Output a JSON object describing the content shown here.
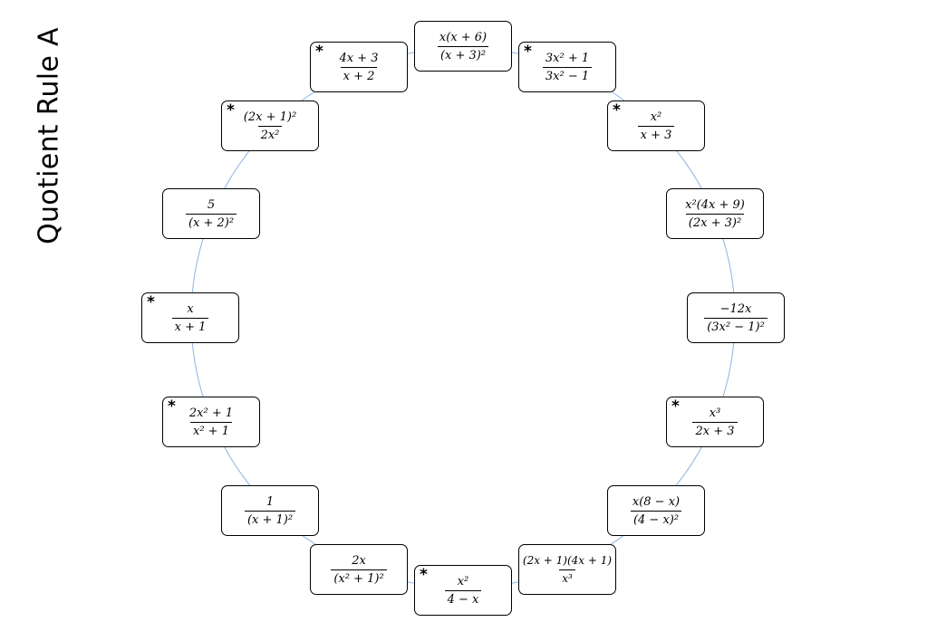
{
  "title": "Quotient Rule A",
  "colors": {
    "ring": "#8db4e2",
    "border": "#000000"
  },
  "cards": [
    {
      "id": "top",
      "star": false,
      "num": "x(x + 6)",
      "den": "(x + 3)²"
    },
    {
      "id": "top-right-1",
      "star": true,
      "num": "3x² + 1",
      "den": "3x² − 1"
    },
    {
      "id": "top-right-2",
      "star": true,
      "num": "x²",
      "den": "x + 3"
    },
    {
      "id": "right-1",
      "star": false,
      "num": "x²(4x + 9)",
      "den": "(2x + 3)²"
    },
    {
      "id": "right-2",
      "star": false,
      "num": "−12x",
      "den": "(3x² − 1)²"
    },
    {
      "id": "right-3",
      "star": true,
      "num": "x³",
      "den": "2x + 3"
    },
    {
      "id": "bottom-right-2",
      "star": false,
      "num": "x(8 − x)",
      "den": "(4 − x)²"
    },
    {
      "id": "bottom-right-1",
      "star": false,
      "num": "(2x + 1)(4x + 1)",
      "den": "x³"
    },
    {
      "id": "bottom",
      "star": true,
      "num": "x²",
      "den": "4 − x"
    },
    {
      "id": "bottom-left-1",
      "star": false,
      "num": "2x",
      "den": "(x² + 1)²"
    },
    {
      "id": "bottom-left-2",
      "star": false,
      "num": "1",
      "den": "(x + 1)²"
    },
    {
      "id": "left-3",
      "star": true,
      "num": "2x² + 1",
      "den": "x² + 1"
    },
    {
      "id": "left-2",
      "star": true,
      "num": "x",
      "den": "x + 1"
    },
    {
      "id": "left-1",
      "star": false,
      "num": "5",
      "den": "(x + 2)²"
    },
    {
      "id": "top-left-2",
      "star": true,
      "num": "(2x + 1)²",
      "den": "2x²"
    },
    {
      "id": "top-left-1",
      "star": true,
      "num": "4x + 3",
      "den": "x + 2"
    }
  ]
}
